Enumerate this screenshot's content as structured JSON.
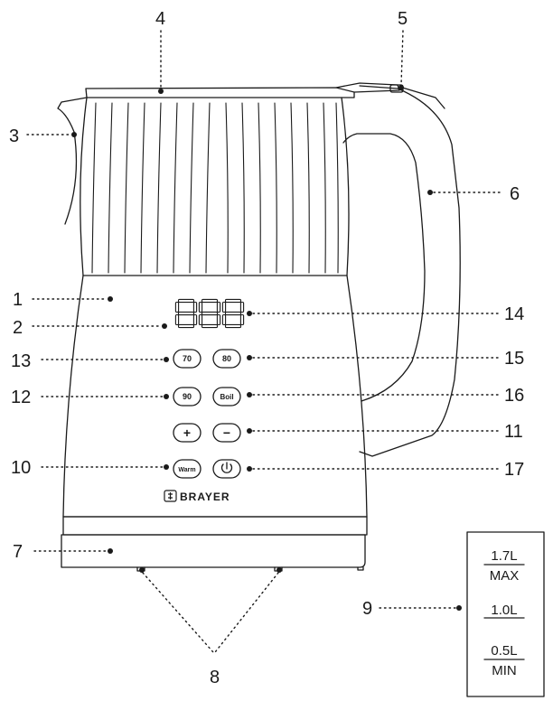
{
  "callouts": {
    "n1": "1",
    "n2": "2",
    "n3": "3",
    "n4": "4",
    "n5": "5",
    "n6": "6",
    "n7": "7",
    "n8": "8",
    "n9": "9",
    "n10": "10",
    "n11": "11",
    "n12": "12",
    "n13": "13",
    "n14": "14",
    "n15": "15",
    "n16": "16",
    "n17": "17"
  },
  "display": {
    "digits": "888"
  },
  "buttons": {
    "b70": "70",
    "b80": "80",
    "b90": "90",
    "boil": "Boil",
    "plus": "+",
    "minus": "−",
    "warm": "Warm",
    "power_icon": "power-icon"
  },
  "brand": {
    "name": "BRAYER",
    "logo_icon": "brayer-logo-icon"
  },
  "scale": {
    "max_volume": "1.7L",
    "max_label": "MAX",
    "mid_volume": "1.0L",
    "min_volume": "0.5L",
    "min_label": "MIN"
  },
  "colors": {
    "line": "#1a1a1a",
    "background": "#ffffff"
  }
}
